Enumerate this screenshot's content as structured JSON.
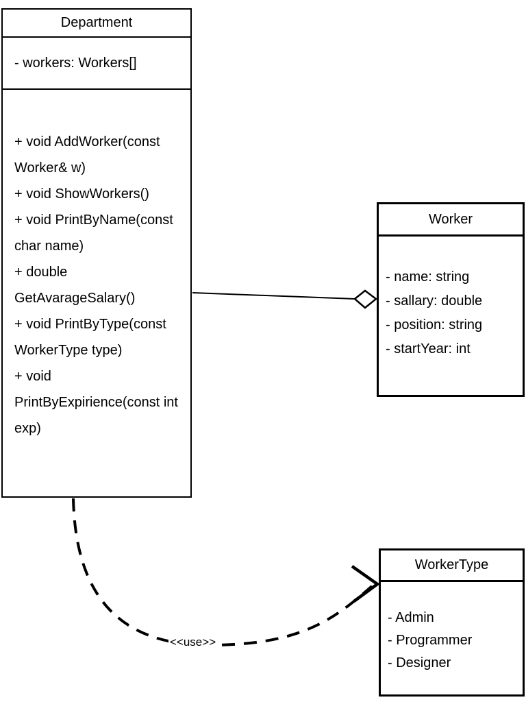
{
  "diagram_type": "uml-class-diagram",
  "colors": {
    "line": "#000000",
    "text": "#000000",
    "background": "#ffffff"
  },
  "classes": {
    "department": {
      "name": "Department",
      "attributes": [
        "- workers: Workers[]"
      ],
      "method_lines": [
        "+ void AddWorker(const",
        "Worker& w)",
        "+ void ShowWorkers()",
        "+ void PrintByName(const",
        "char name)",
        "+ double",
        "GetAvarageSalary()",
        "+ void PrintByType(const",
        "WorkerType type)",
        "+ void",
        "PrintByExpirience(const int",
        "exp)"
      ]
    },
    "worker": {
      "name": "Worker",
      "attributes": [
        "- name: string",
        "- sallary: double",
        "- position: string",
        "- startYear: int"
      ]
    },
    "workertype": {
      "name": "WorkerType",
      "values": [
        "- Admin",
        "- Programmer",
        "- Designer"
      ]
    }
  },
  "relationships": {
    "aggregation": {
      "from": "Department",
      "to": "Worker",
      "kind": "aggregation (hollow diamond)"
    },
    "dependency": {
      "from": "Department",
      "to": "WorkerType",
      "kind": "dashed dependency (open arrow)",
      "label": "<<use>>"
    }
  }
}
